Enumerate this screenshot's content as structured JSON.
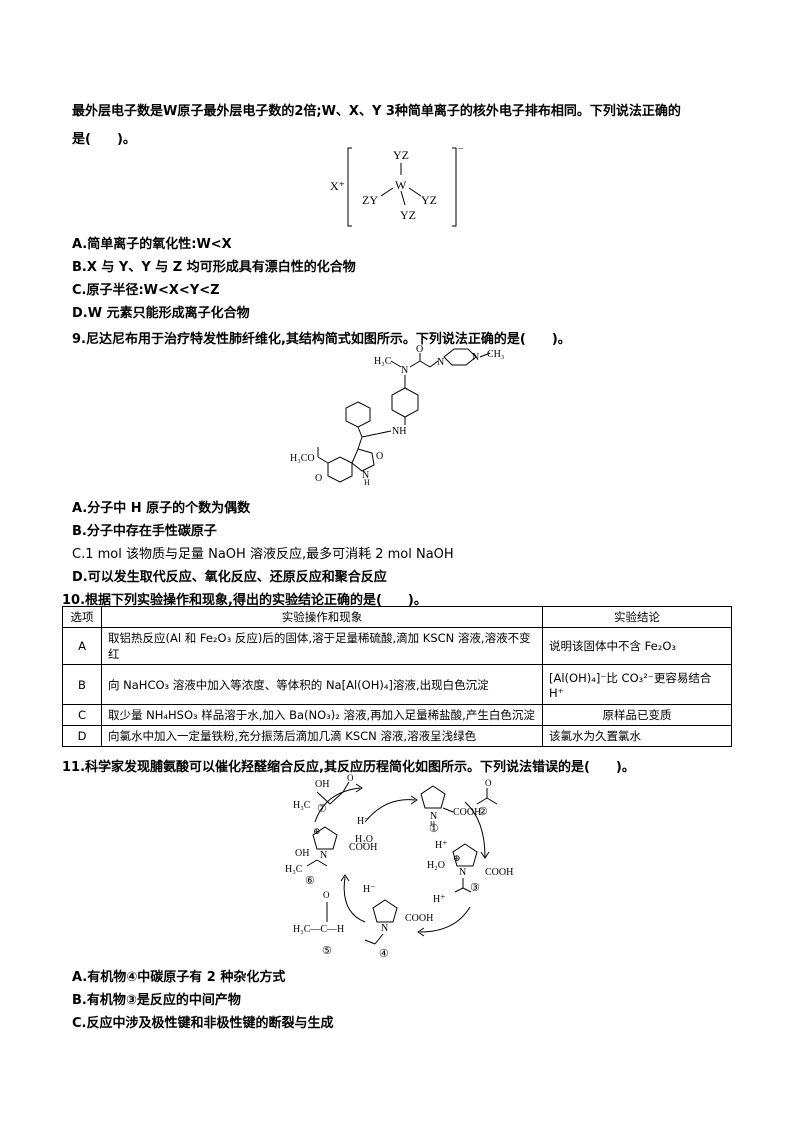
{
  "q8": {
    "stem_line1": "最外层电子数是W原子最外层电子数的2倍;W、X、Y 3种简单离子的核外电子排布相同。下列说法正确的",
    "stem_line2": "是(　　)。",
    "struct": {
      "cation": "X⁺",
      "sub": "YZ",
      "center": "W",
      "left": "ZY",
      "right": "YZ",
      "charge": "−"
    },
    "options": [
      "A.简单离子的氧化性:W<X",
      "B.X 与 Y、Y 与 Z 均可形成具有漂白性的化合物",
      "C.原子半径:W<X<Y<Z",
      "D.W 元素只能形成离子化合物"
    ]
  },
  "q9": {
    "stem": "9.尼达尼布用于治疗特发性肺纤维化,其结构简式如图所示。下列说法正确的是(　　)。",
    "labels": {
      "me1": "H₃C",
      "n1": "N",
      "o1": "O",
      "n2": "N",
      "n3": "N",
      "me2": "CH₃",
      "nh": "NH",
      "ester": "H₃CO",
      "o2": "O",
      "o3": "O",
      "n4": "N",
      "h": "H"
    },
    "options": [
      "A.分子中 H 原子的个数为偶数",
      "B.分子中存在手性碳原子",
      "C.1 mol 该物质与足量 NaOH 溶液反应,最多可消耗 2 mol NaOH",
      "D.可以发生取代反应、氧化反应、还原反应和聚合反应"
    ]
  },
  "q10": {
    "stem": "10.根据下列实验操作和现象,得出的实验结论正确的是(　　)。",
    "headers": [
      "选项",
      "实验操作和现象",
      "实验结论"
    ],
    "rows": [
      {
        "opt": "A",
        "op": "取铝热反应(Al 和 Fe₂O₃ 反应)后的固体,溶于足量稀硫酸,滴加 KSCN 溶液,溶液不变红",
        "res": "说明该固体中不含 Fe₂O₃"
      },
      {
        "opt": "B",
        "op": "向 NaHCO₃ 溶液中加入等浓度、等体积的 Na[Al(OH)₄]溶液,出现白色沉淀",
        "res": "[Al(OH)₄]⁻比 CO₃²⁻更容易结合 H⁺"
      },
      {
        "opt": "C",
        "op": "取少量 NH₄HSO₃ 样品溶于水,加入 Ba(NO₃)₂ 溶液,再加入足量稀盐酸,产生白色沉淀",
        "res": "原样品已变质"
      },
      {
        "opt": "D",
        "op": "向氯水中加入一定量铁粉,充分振荡后滴加几滴 KSCN 溶液,溶液呈浅绿色",
        "res": "该氯水为久置氯水"
      }
    ]
  },
  "q11": {
    "stem": "11.科学家发现脯氨酸可以催化羟醛缩合反应,其反应历程简化如图所示。下列说法错误的是(　　)。",
    "labels": {
      "c1": "①",
      "c2": "②",
      "c3": "③",
      "c4": "④",
      "c5": "⑤",
      "c6": "⑥",
      "c7": "⑦",
      "cooh": "COOH",
      "nh": "N",
      "hh": "H",
      "hplus": "H⁺",
      "hminus": "H⁻",
      "h2o": "H₂O",
      "oh": "OH",
      "h3c": "H₃C",
      "o": "O",
      "plus": "⊕",
      "ald": "H₃C—C—H"
    },
    "options": [
      "A.有机物④中碳原子有 2 种杂化方式",
      "B.有机物③是反应的中间产物",
      "C.反应中涉及极性键和非极性键的断裂与生成"
    ]
  }
}
